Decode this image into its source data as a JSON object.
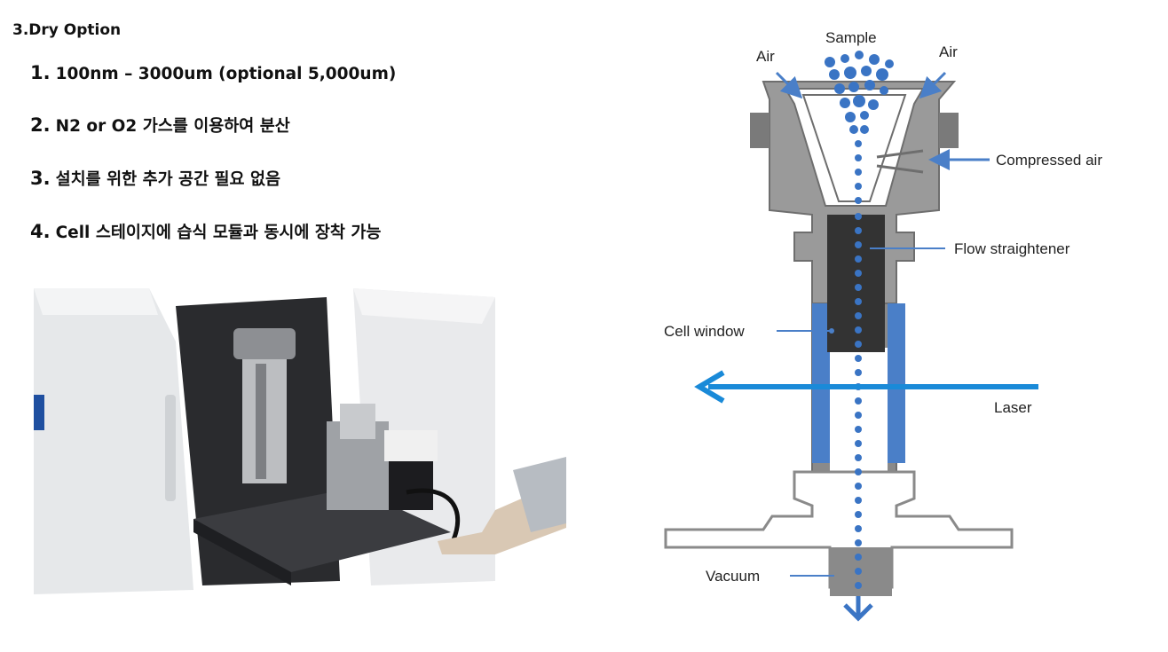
{
  "section_title": "3.Dry Option",
  "items": [
    {
      "num": "1.",
      "text": "100nm – 3000um (optional 5,000um)"
    },
    {
      "num": "2.",
      "text": "N2 or O2 가스를 이용하여 분산"
    },
    {
      "num": "3.",
      "text": "설치를 위한 추가 공간 필요 없음"
    },
    {
      "num": "4.",
      "text": "Cell 스테이지에 습식 모듈과 동시에 장착 가능"
    }
  ],
  "diagram": {
    "labels": {
      "sample": "Sample",
      "air_left": "Air",
      "air_right": "Air",
      "compressed_air": "Compressed air",
      "flow_straightener": "Flow straightener",
      "cell_window": "Cell window",
      "laser": "Laser",
      "vacuum": "Vacuum"
    },
    "colors": {
      "body": "#8a8a8a",
      "dark": "#333333",
      "window": "#4a7fc8",
      "laser": "#1a8ad8",
      "particle": "#3a74c4"
    }
  }
}
